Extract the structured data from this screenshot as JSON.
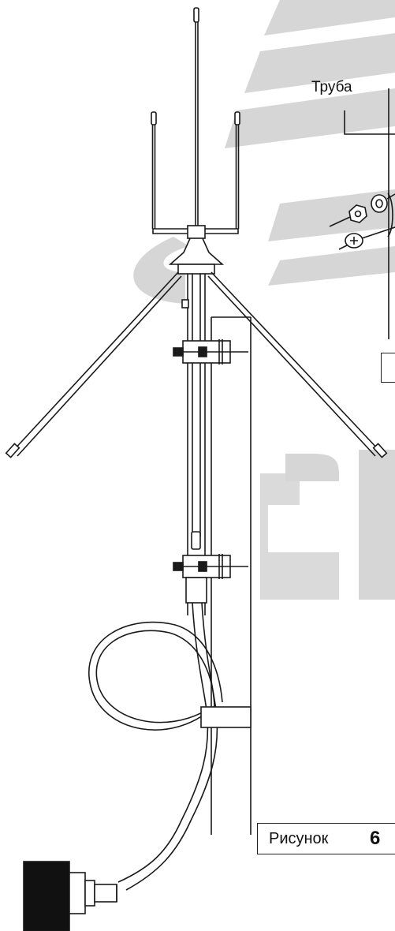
{
  "labels": {
    "pipe": "Труба",
    "figure_word": "Рисунок",
    "figure_number": "6"
  },
  "colors": {
    "line": "#1a1a1a",
    "watermark": "#d4d4d4",
    "connector": "#111111",
    "background": "#ffffff"
  },
  "icons": {
    "antenna": "ground-plane-antenna",
    "mast": "mounting-pipe",
    "connector": "coax-connector",
    "nut": "hex-nut-icon",
    "bolt": "bolt-icon",
    "washer": "washer-icon"
  }
}
